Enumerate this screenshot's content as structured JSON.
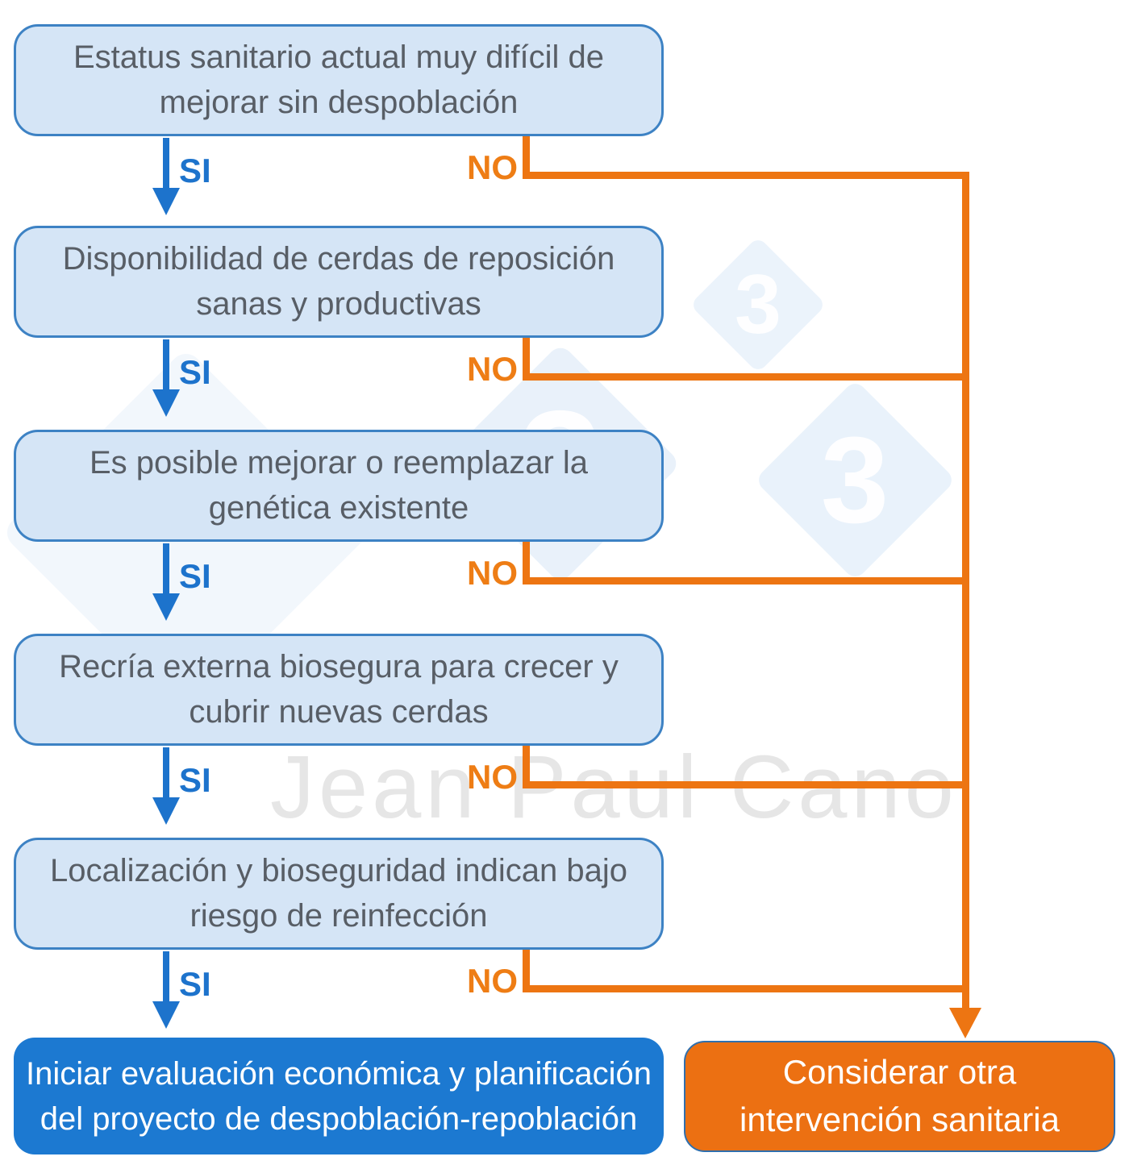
{
  "diagram": {
    "questions": [
      {
        "text": "Estatus sanitario actual muy difícil de\nmejorar sin despoblación"
      },
      {
        "text": "Disponibilidad de cerdas de reposición\nsanas y productivas"
      },
      {
        "text": "Es posible mejorar o reemplazar la\ngenética existente"
      },
      {
        "text": "Recría externa biosegura para crecer y\ncubrir nuevas cerdas"
      },
      {
        "text": "Localización y bioseguridad indican bajo\nriesgo de reinfección"
      }
    ],
    "yes_label": "SI",
    "no_label": "NO",
    "outcomes": {
      "yes": "Iniciar evaluación económica y planificación\ndel proyecto de despoblación-repoblación",
      "no": "Considerar otra\nintervención sanitaria"
    },
    "colors": {
      "yes_blue": "#1d73cc",
      "no_orange": "#ed7512",
      "question_fill": "#d5e5f6",
      "question_border": "#3d82c4",
      "question_text": "#585e66",
      "outcome_yes_fill": "#1c79d1",
      "outcome_no_fill": "#ec7012"
    },
    "watermarks": {
      "logo_digit": "3",
      "author": "Jean Paul Cano"
    }
  }
}
